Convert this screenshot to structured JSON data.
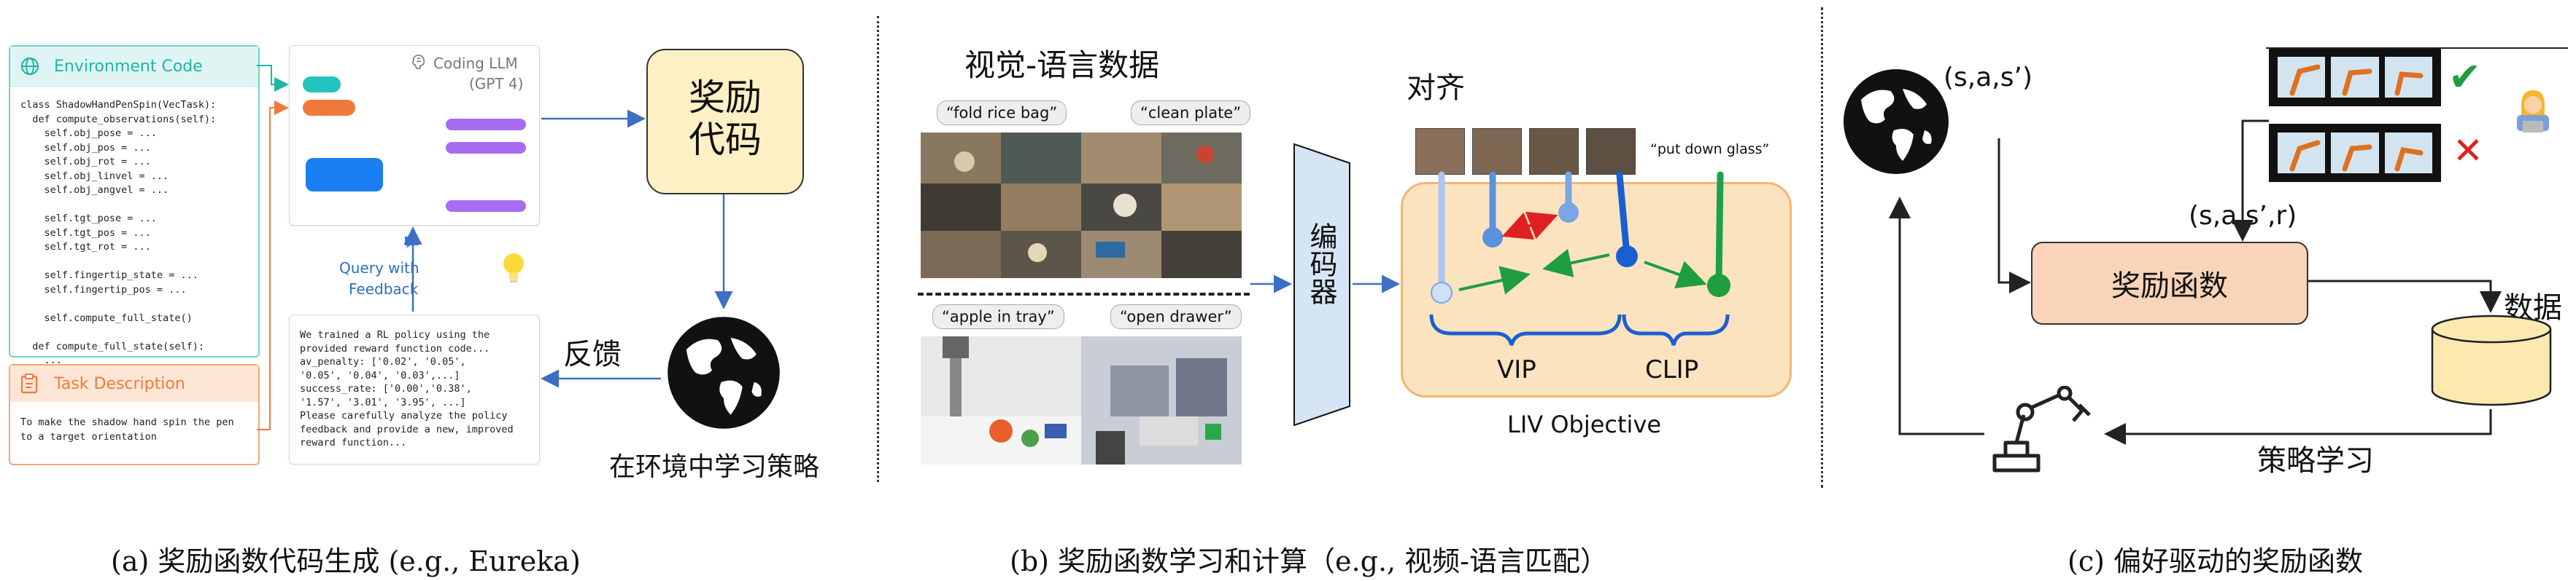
{
  "panel_a": {
    "env_header": "Environment Code",
    "env_code_lines": [
      "class ShadowHandPenSpin(VecTask):",
      "  def compute_observations(self):",
      "    self.obj_pose = ...",
      "    self.obj_pos = ...",
      "    self.obj_rot = ...",
      "    self.obj_linvel = ...",
      "    self.obj_angvel = ...",
      "",
      "    self.tgt_pose = ...",
      "    self.tgt_pos = ...",
      "    self.tgt_rot = ...",
      "",
      "    self.fingertip_state = ...",
      "    self.fingertip_pos = ...",
      "",
      "    self.compute_full_state()",
      "",
      "  def compute_full_state(self):",
      "    ..."
    ],
    "task_header": "Task Description",
    "task_text_lines": [
      "To make the shadow hand spin the pen",
      "to a target orientation"
    ],
    "llm_title_line1": "Coding LLM",
    "llm_title_line2": "(GPT 4)",
    "query_label_line1": "Query with",
    "query_label_line2": "Feedback",
    "reward_code_line1": "奖励",
    "reward_code_line2": "代码",
    "feedback_label": "反馈",
    "learn_label": "在环境中学习策略",
    "feedback_box_lines": [
      "We trained a RL policy using the",
      "provided reward function code...",
      "av_penalty: ['0.02', '0.05',",
      "'0.05', '0.04', '0.03',...]",
      "success_rate: ['0.00','0.38',",
      "'1.57', '3.01', '3.95', ...]",
      "Please carefully analyze the policy",
      "feedback and provide a new, improved",
      "reward function..."
    ],
    "caption": "(a) 奖励函数代码生成 (e.g., Eureka)"
  },
  "panel_b": {
    "data_title": "视觉-语言数据",
    "bubble_fold": "“fold rice bag”",
    "bubble_clean": "“clean plate”",
    "bubble_apple": "“apple in tray”",
    "bubble_drawer": "“open drawer”",
    "encoder_label": "编码器",
    "align_label": "对齐",
    "put_down": "“put down glass”",
    "vip_label": "VIP",
    "clip_label": "CLIP",
    "liv_label": "LIV Objective",
    "caption": "(b)  奖励函数学习和计算（e.g., 视频-语言匹配）"
  },
  "panel_c": {
    "sas_label": "(s,a,s’)",
    "sasr_label": "(s,a,s’,r)",
    "reward_fn_label": "奖励函数",
    "data_label": "数据",
    "policy_label": "策略学习",
    "check_mark": "✔",
    "cross_mark": "✕",
    "caption": "(c) 偏好驱动的奖励函数"
  },
  "colors": {
    "teal": "#1fb5a8",
    "orange": "#f07a3c",
    "blue_arrow": "#3e6fc4",
    "reward_fill": "#fdf0c4",
    "reward_fn_fill": "#f9d4b8",
    "db_fill": "#fde9b0",
    "liv_fill": "#fbe3bf",
    "green": "#1e9e3e",
    "red": "#e02020"
  }
}
